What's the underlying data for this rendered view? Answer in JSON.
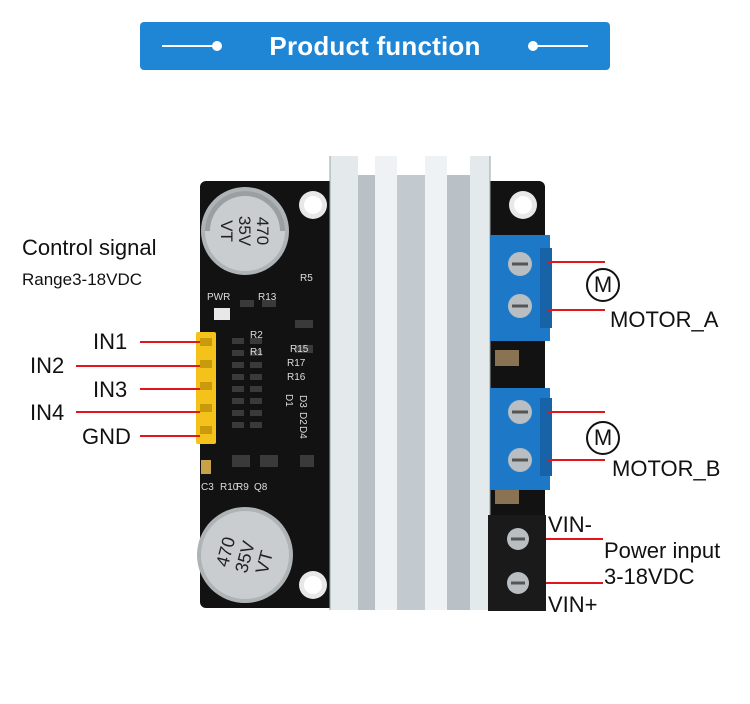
{
  "banner": {
    "title": "Product function"
  },
  "control": {
    "title": "Control signal",
    "range": "Range3-18VDC"
  },
  "inputs": [
    "IN1",
    "IN2",
    "IN3",
    "IN4",
    "GND"
  ],
  "motors": {
    "symbol": "M",
    "a_label": "MOTOR_A",
    "b_label": "MOTOR_B"
  },
  "power": {
    "vin_minus": "VIN-",
    "title": "Power input",
    "range": "3-18VDC",
    "vin_plus": "VIN+"
  },
  "board": {
    "capacitor_marking": [
      "470",
      "35V",
      "VT"
    ],
    "silkscreen": [
      "PWR",
      "R13",
      "R5",
      "R15",
      "R17",
      "R16",
      "D1",
      "D3",
      "D2",
      "D4",
      "R2",
      "R1",
      "C3",
      "R10",
      "R9",
      "Q8"
    ]
  },
  "colors": {
    "banner": "#1f86d6",
    "pcb": "#121212",
    "heatsink": "#d7dde2",
    "terminal_blue": "#1e78c8",
    "terminal_black": "#1a1a1a",
    "pin_header": "#f4c21b",
    "leader_line": "#e0161b"
  }
}
